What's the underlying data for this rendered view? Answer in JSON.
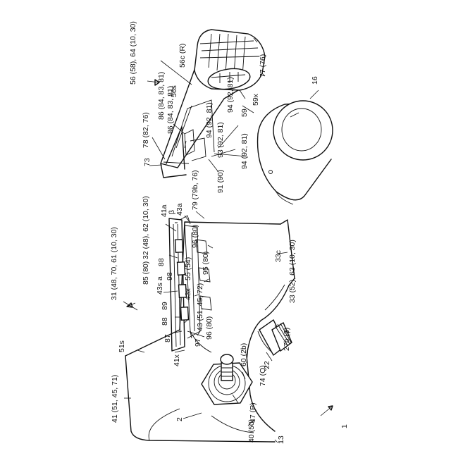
{
  "labels": {
    "l41": "41 (51, 45, 71)",
    "l51s": "51s",
    "l31": "31 (48, 70, 61 (10, 30)",
    "l32": "32 (48), 62 (10, 30)",
    "l85": "85 (80)",
    "l43sa": "43s a",
    "l88a": "88",
    "l89": "89",
    "l88b": "88",
    "l87": "87",
    "l98": "98",
    "l43x": "43x",
    "l55": "55 (54)",
    "l43": "43 (51, 45, 72)",
    "l96a": "96 (80)",
    "l96b": "96 (80)",
    "l95": "95 (80)",
    "l97": "97",
    "l41x": "41x",
    "l41a": "41a",
    "lbeta": "β",
    "l43a": "43a",
    "l79": "79 (79b, 76)",
    "l33c": "33c",
    "l33": "33 (52), 63 (10, 30)",
    "l60": "60 (2b)",
    "l74": "74 (Q)",
    "l47": "47 (P)",
    "l22": "22",
    "l27b": "27b (3)",
    "l2": "2",
    "l40": "40 (50)",
    "l13": "13",
    "l1": "1",
    "l56": "56 (58), 64 (10, 30)",
    "l56c": "56c (R)",
    "l56s": "56s",
    "l86a": "86 (84, 83, 81)",
    "l86b": "86 (84, 83, 81)",
    "l78": "78 (82, 76)",
    "l73": "73",
    "l77": "77 (76)",
    "l59x": "59x",
    "l59": "59",
    "l94a": "94 (92, 81)",
    "l94b": "94 (92, 81)",
    "l93": "93 (92, 81)",
    "l94c": "94 (92, 81)",
    "l91": "91 (90)",
    "l16": "16"
  }
}
